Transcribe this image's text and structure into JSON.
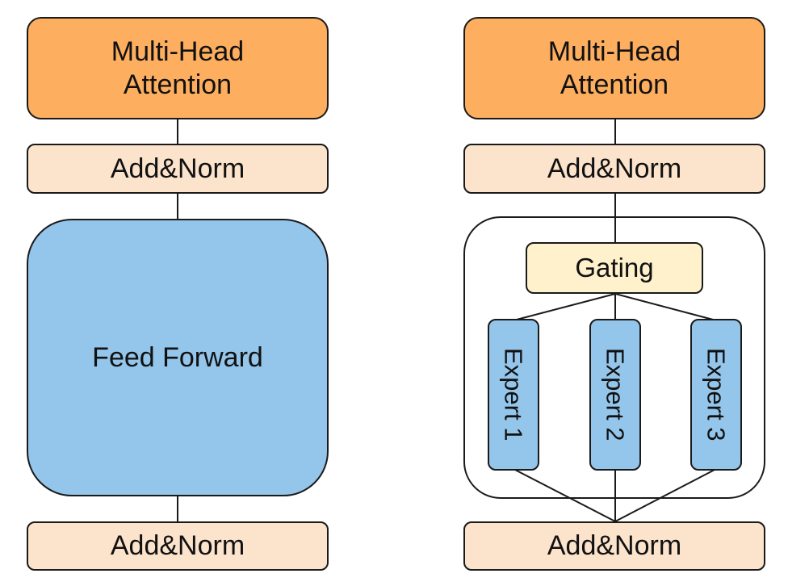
{
  "colors": {
    "attention_fill": "#FDAE5F",
    "norm_fill": "#FCE3CC",
    "feed_forward_fill": "#94C5EA",
    "gating_fill": "#FEF1CB",
    "expert_fill": "#94C5EA",
    "frame_fill": "#FFFFFF",
    "stroke": "#1A1A1A"
  },
  "left": {
    "attention": "Multi-Head\nAttention",
    "norm_top": "Add&Norm",
    "feed_forward": "Feed Forward",
    "norm_bottom": "Add&Norm"
  },
  "right": {
    "attention": "Multi-Head\nAttention",
    "norm_top": "Add&Norm",
    "gating": "Gating",
    "experts": [
      "Expert 1",
      "Expert 2",
      "Expert 3"
    ],
    "norm_bottom": "Add&Norm"
  }
}
